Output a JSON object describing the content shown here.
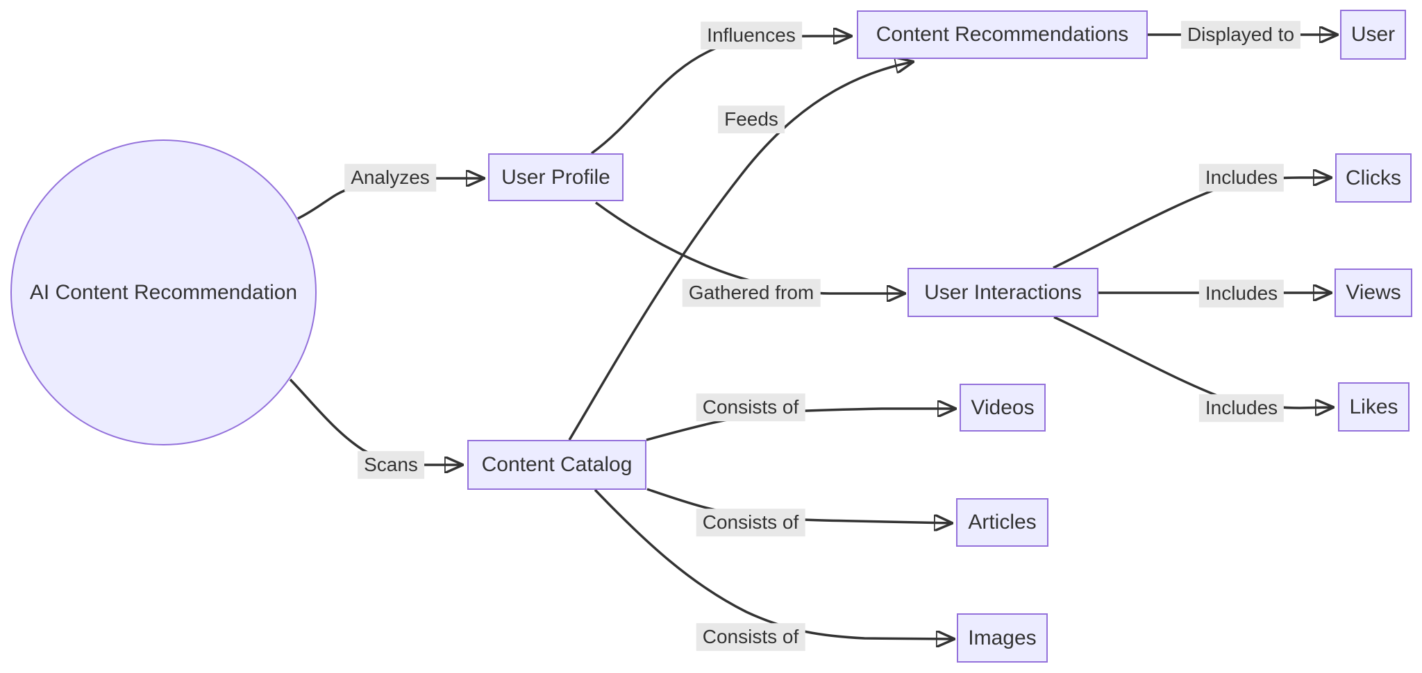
{
  "diagram": {
    "type": "flowchart",
    "direction": "left-to-right",
    "background": "#ffffff"
  },
  "colors": {
    "node_fill": "#ECECFF",
    "node_border": "#9370DB",
    "edge_stroke": "#333333",
    "edge_label_background": "#e8e8e8",
    "text": "#333333"
  },
  "nodes": {
    "root": {
      "label": "AI Content Recommendation",
      "shape": "circle"
    },
    "user_profile": {
      "label": "User Profile",
      "shape": "rect"
    },
    "content_recommendations": {
      "label": "Content Recommendations",
      "shape": "rect"
    },
    "user": {
      "label": "User",
      "shape": "rect"
    },
    "user_interactions": {
      "label": "User Interactions",
      "shape": "rect"
    },
    "clicks": {
      "label": "Clicks",
      "shape": "rect"
    },
    "views": {
      "label": "Views",
      "shape": "rect"
    },
    "likes": {
      "label": "Likes",
      "shape": "rect"
    },
    "content_catalog": {
      "label": "Content Catalog",
      "shape": "rect"
    },
    "videos": {
      "label": "Videos",
      "shape": "rect"
    },
    "articles": {
      "label": "Articles",
      "shape": "rect"
    },
    "images": {
      "label": "Images",
      "shape": "rect"
    }
  },
  "edges": [
    {
      "from": "root",
      "to": "user_profile",
      "label": "Analyzes"
    },
    {
      "from": "root",
      "to": "content_catalog",
      "label": "Scans"
    },
    {
      "from": "user_profile",
      "to": "content_recommendations",
      "label": "Influences"
    },
    {
      "from": "content_recommendations",
      "to": "user",
      "label": "Displayed to"
    },
    {
      "from": "content_catalog",
      "to": "content_recommendations",
      "label": "Feeds"
    },
    {
      "from": "user_profile",
      "to": "user_interactions",
      "label": "Gathered from"
    },
    {
      "from": "user_interactions",
      "to": "clicks",
      "label": "Includes"
    },
    {
      "from": "user_interactions",
      "to": "views",
      "label": "Includes"
    },
    {
      "from": "user_interactions",
      "to": "likes",
      "label": "Includes"
    },
    {
      "from": "content_catalog",
      "to": "videos",
      "label": "Consists of"
    },
    {
      "from": "content_catalog",
      "to": "articles",
      "label": "Consists of"
    },
    {
      "from": "content_catalog",
      "to": "images",
      "label": "Consists of"
    }
  ]
}
